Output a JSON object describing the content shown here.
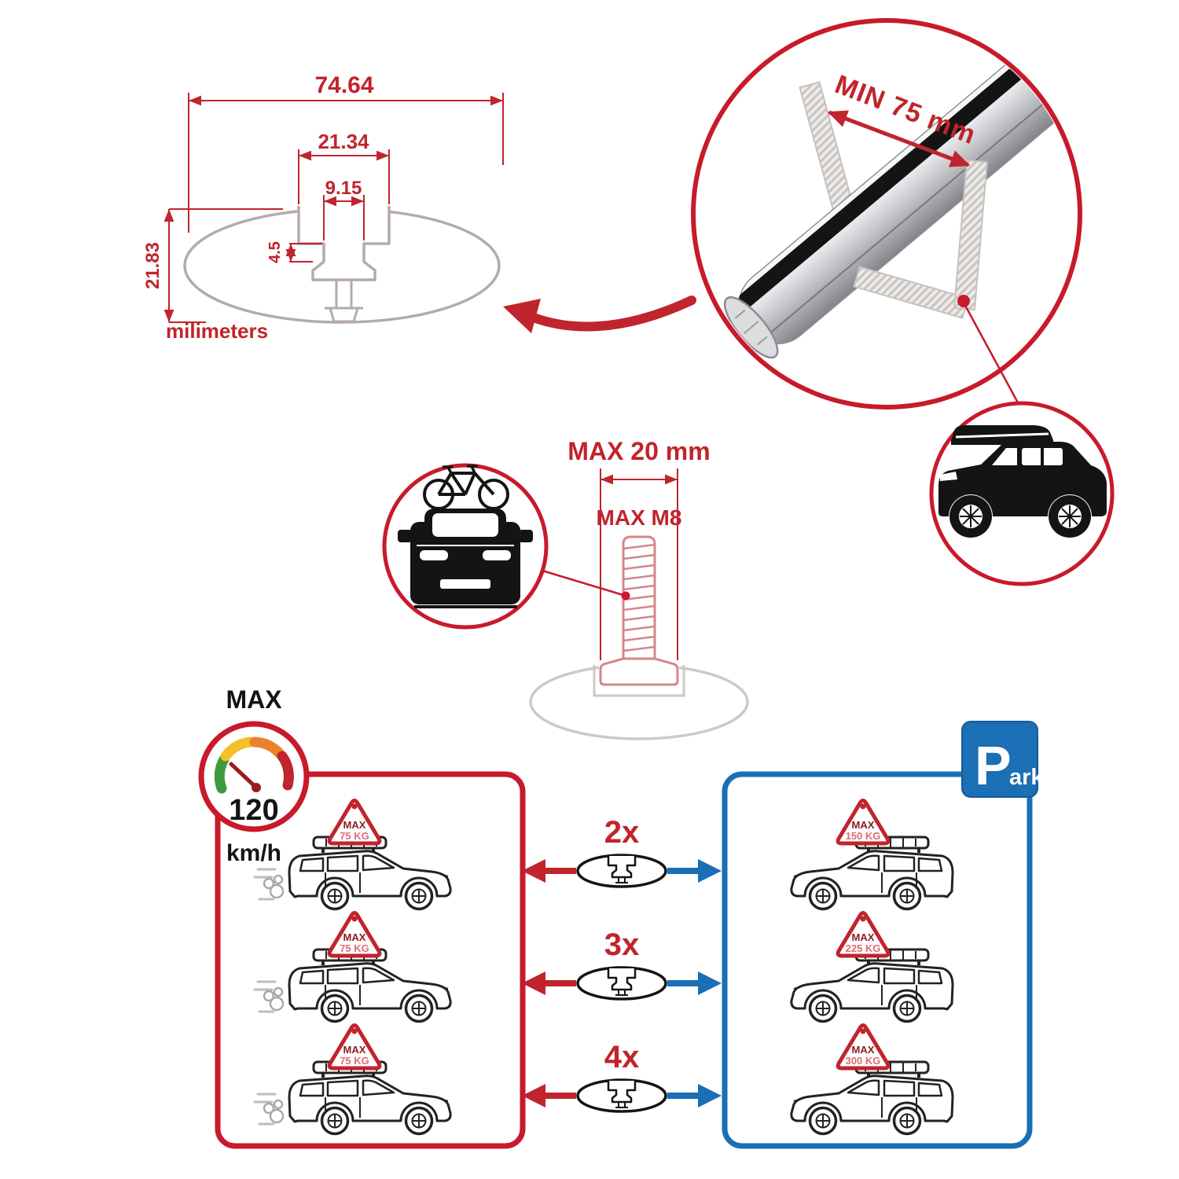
{
  "colors": {
    "red": "#c0242c",
    "bright_red": "#c81a2b",
    "blue": "#1a6fb5",
    "black": "#141414",
    "gray": "#b5aaaa",
    "pink": "#d4878b"
  },
  "cross_section": {
    "width_total": "74.64",
    "width_opening": "21.34",
    "width_throat": "9.15",
    "depth_throat": "4.5",
    "height_total": "21.83",
    "unit_label": "milimeters"
  },
  "crossbar": {
    "min_span_label": "MIN 75 mm"
  },
  "bolt": {
    "max_width_label": "MAX 20 mm",
    "max_thread_label": "MAX M8"
  },
  "speed_gauge": {
    "max_label": "MAX",
    "value": "120",
    "unit": "km/h"
  },
  "quantity_rows": [
    {
      "count": "2x"
    },
    {
      "count": "3x"
    },
    {
      "count": "4x"
    }
  ],
  "driving_panel": {
    "signs": [
      {
        "line1": "MAX",
        "line2": "75 KG"
      },
      {
        "line1": "MAX",
        "line2": "75 KG"
      },
      {
        "line1": "MAX",
        "line2": "75 KG"
      }
    ]
  },
  "parking_panel": {
    "sign_p": "P",
    "sign_suffix": "ark",
    "signs": [
      {
        "line1": "MAX",
        "line2": "150 KG"
      },
      {
        "line1": "MAX",
        "line2": "225 KG"
      },
      {
        "line1": "MAX",
        "line2": "300 KG"
      }
    ]
  }
}
